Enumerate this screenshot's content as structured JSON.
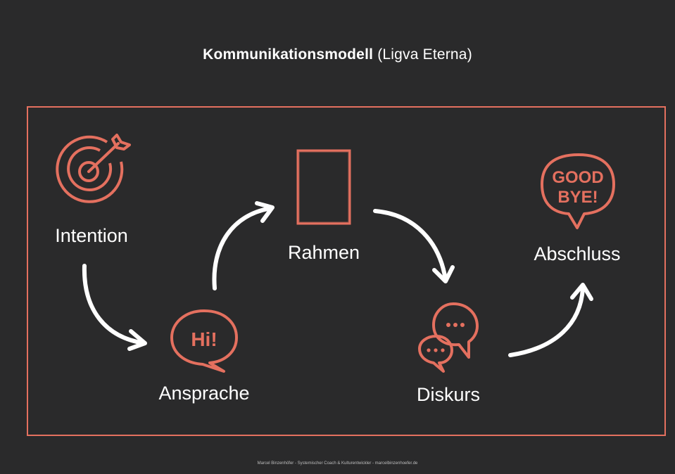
{
  "title": {
    "bold": "Kommunikationsmodell",
    "regular": "(Ligva Eterna)"
  },
  "stages": {
    "intention": {
      "label": "Intention",
      "icon": "target-icon"
    },
    "ansprache": {
      "label": "Ansprache",
      "icon": "hi-speech-bubble-icon",
      "bubble_text": "Hi!"
    },
    "rahmen": {
      "label": "Rahmen",
      "icon": "frame-icon"
    },
    "diskurs": {
      "label": "Diskurs",
      "icon": "chat-bubbles-icon"
    },
    "abschluss": {
      "label": "Abschluss",
      "icon": "goodbye-speech-bubble-icon",
      "bubble_line1": "GOOD",
      "bubble_line2": "BYE!"
    }
  },
  "footer": "Marcel Binzenhöfer - Systemischer Coach & Kulturentwickler - marcelbinzenhoefer.de",
  "colors": {
    "background": "#2a2a2b",
    "accent": "#e4705f",
    "text": "#ffffff"
  }
}
